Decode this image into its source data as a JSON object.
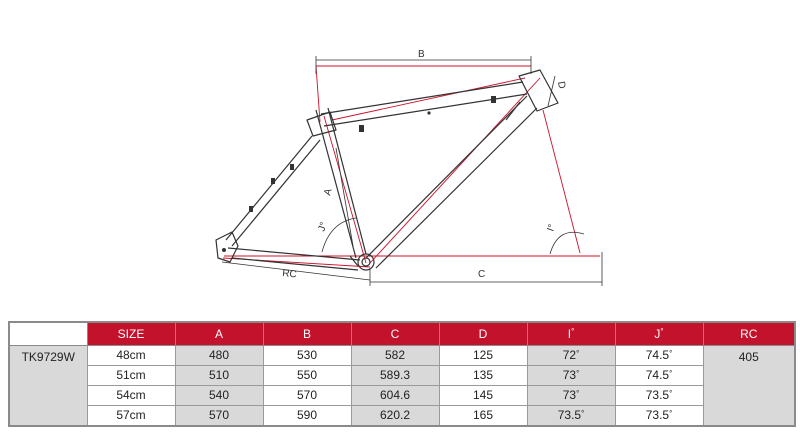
{
  "diagram": {
    "labels": {
      "b": "B",
      "d": "D",
      "a": "A",
      "c": "C",
      "rc": "RC",
      "j": "J°",
      "i": "I°"
    }
  },
  "table": {
    "model": "TK9729W",
    "headers": [
      "SIZE",
      "A",
      "B",
      "C",
      "D",
      "I",
      "J",
      "RC"
    ],
    "header_marks": {
      "I": "°",
      "J": "°"
    },
    "rc_value": "405",
    "rows": [
      {
        "size": "48cm",
        "a": "480",
        "b": "530",
        "c": "582",
        "d": "125",
        "i": "72",
        "j": "74.5"
      },
      {
        "size": "51cm",
        "a": "510",
        "b": "550",
        "c": "589.3",
        "d": "135",
        "i": "73",
        "j": "74.5"
      },
      {
        "size": "54cm",
        "a": "540",
        "b": "570",
        "c": "604.6",
        "d": "145",
        "i": "73",
        "j": "73.5"
      },
      {
        "size": "57cm",
        "a": "570",
        "b": "590",
        "c": "620.2",
        "d": "165",
        "i": "73.5",
        "j": "73.5"
      }
    ],
    "degree_mark": "°"
  },
  "colors": {
    "header_bg": "#c3122c",
    "shade": "#d9d9d9",
    "frame_line": "#333333",
    "dimension_red": "#d0102a"
  }
}
